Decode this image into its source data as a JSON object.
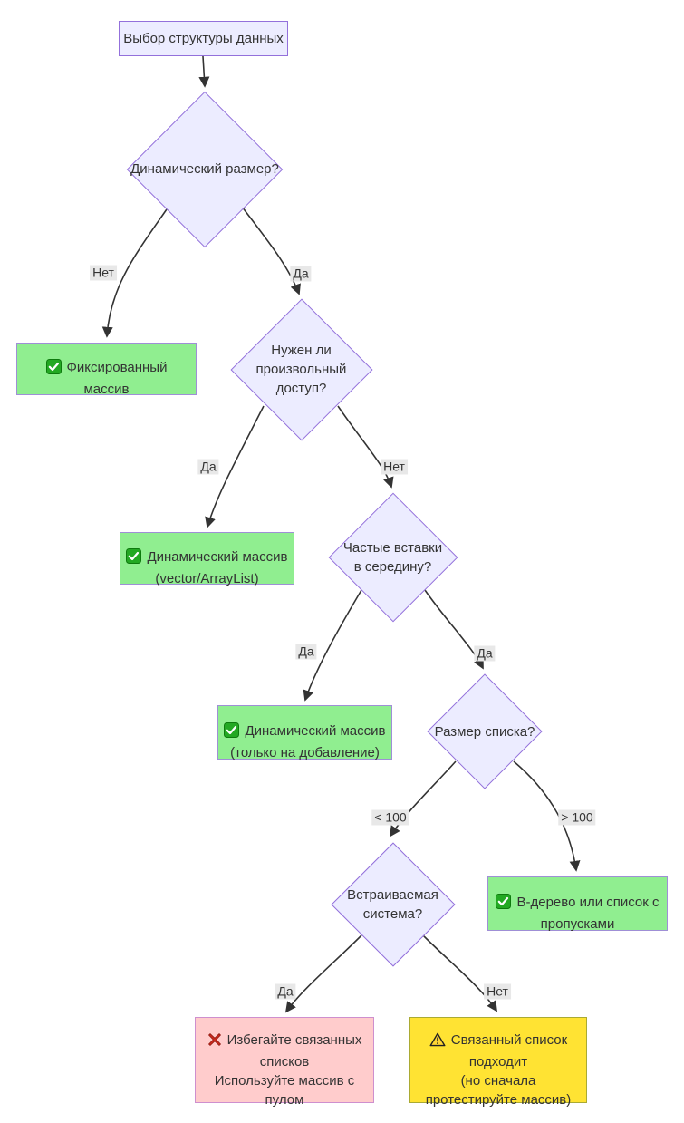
{
  "diagram": {
    "type": "flowchart",
    "title": "Выбор структуры данных",
    "nodes": {
      "start": {
        "text": "Выбор структуры данных",
        "shape": "rect",
        "color": "#ECECFF"
      },
      "dynamicSize": {
        "text": "Динамический размер?",
        "shape": "diamond",
        "color": "#ECECFF"
      },
      "fixedArray": {
        "text": "Фиксированный\nмассив",
        "shape": "rect",
        "color": "#90EE90",
        "icon": "check-icon"
      },
      "randomAccess": {
        "text": "Нужен ли\nпроизвольный\nдоступ?",
        "shape": "diamond",
        "color": "#ECECFF"
      },
      "dynamicArray": {
        "text": "Динамический массив\n(vector/ArrayList)",
        "shape": "rect",
        "color": "#90EE90",
        "icon": "check-icon"
      },
      "middleInserts": {
        "text": "Частые вставки\nв середину?",
        "shape": "diamond",
        "color": "#ECECFF"
      },
      "appendOnlyArray": {
        "text": "Динамический массив\n(только на добавление)",
        "shape": "rect",
        "color": "#90EE90",
        "icon": "check-icon"
      },
      "listSize": {
        "text": "Размер списка?",
        "shape": "diamond",
        "color": "#ECECFF"
      },
      "embeddedSystem": {
        "text": "Встраиваемая\nсистема?",
        "shape": "diamond",
        "color": "#ECECFF"
      },
      "btreeSkipList": {
        "text": "B-дерево или список с\nпропусками",
        "shape": "rect",
        "color": "#90EE90",
        "icon": "check-icon"
      },
      "avoidLinkedLists": {
        "text": "Избегайте связанных\nсписков\nИспользуйте массив с\nпулом",
        "shape": "rect",
        "color": "#FFCCCC",
        "icon": "cross-icon"
      },
      "linkedListOk": {
        "text": "Связанный список\nподходит\n(но сначала\nпротестируйте массив)",
        "shape": "rect",
        "color": "#FFE333",
        "icon": "warning-icon"
      }
    },
    "edges": {
      "no1": {
        "label": "Нет",
        "from": "dynamicSize",
        "to": "fixedArray"
      },
      "yes1": {
        "label": "Да",
        "from": "dynamicSize",
        "to": "randomAccess"
      },
      "yes2": {
        "label": "Да",
        "from": "randomAccess",
        "to": "dynamicArray"
      },
      "no2": {
        "label": "Нет",
        "from": "randomAccess",
        "to": "middleInserts"
      },
      "yes3a": {
        "label": "Да",
        "from": "middleInserts",
        "to": "appendOnlyArray"
      },
      "yes3b": {
        "label": "Да",
        "from": "middleInserts",
        "to": "listSize"
      },
      "lt100": {
        "label": "< 100",
        "from": "listSize",
        "to": "embeddedSystem"
      },
      "gt100": {
        "label": "> 100",
        "from": "listSize",
        "to": "btreeSkipList"
      },
      "yes4": {
        "label": "Да",
        "from": "embeddedSystem",
        "to": "avoidLinkedLists"
      },
      "no4": {
        "label": "Нет",
        "from": "embeddedSystem",
        "to": "linkedListOk"
      }
    },
    "colors": {
      "node_fill": "#ECECFF",
      "node_border": "#9370DB",
      "success_fill": "#90EE90",
      "danger_fill": "#FFCCCC",
      "danger_border": "#CE8FCE",
      "warning_fill": "#FFE333",
      "warning_border": "#AAAA33",
      "edge_line": "#333333",
      "edge_label_bg": "#E8E8E8",
      "text": "#333333"
    }
  }
}
